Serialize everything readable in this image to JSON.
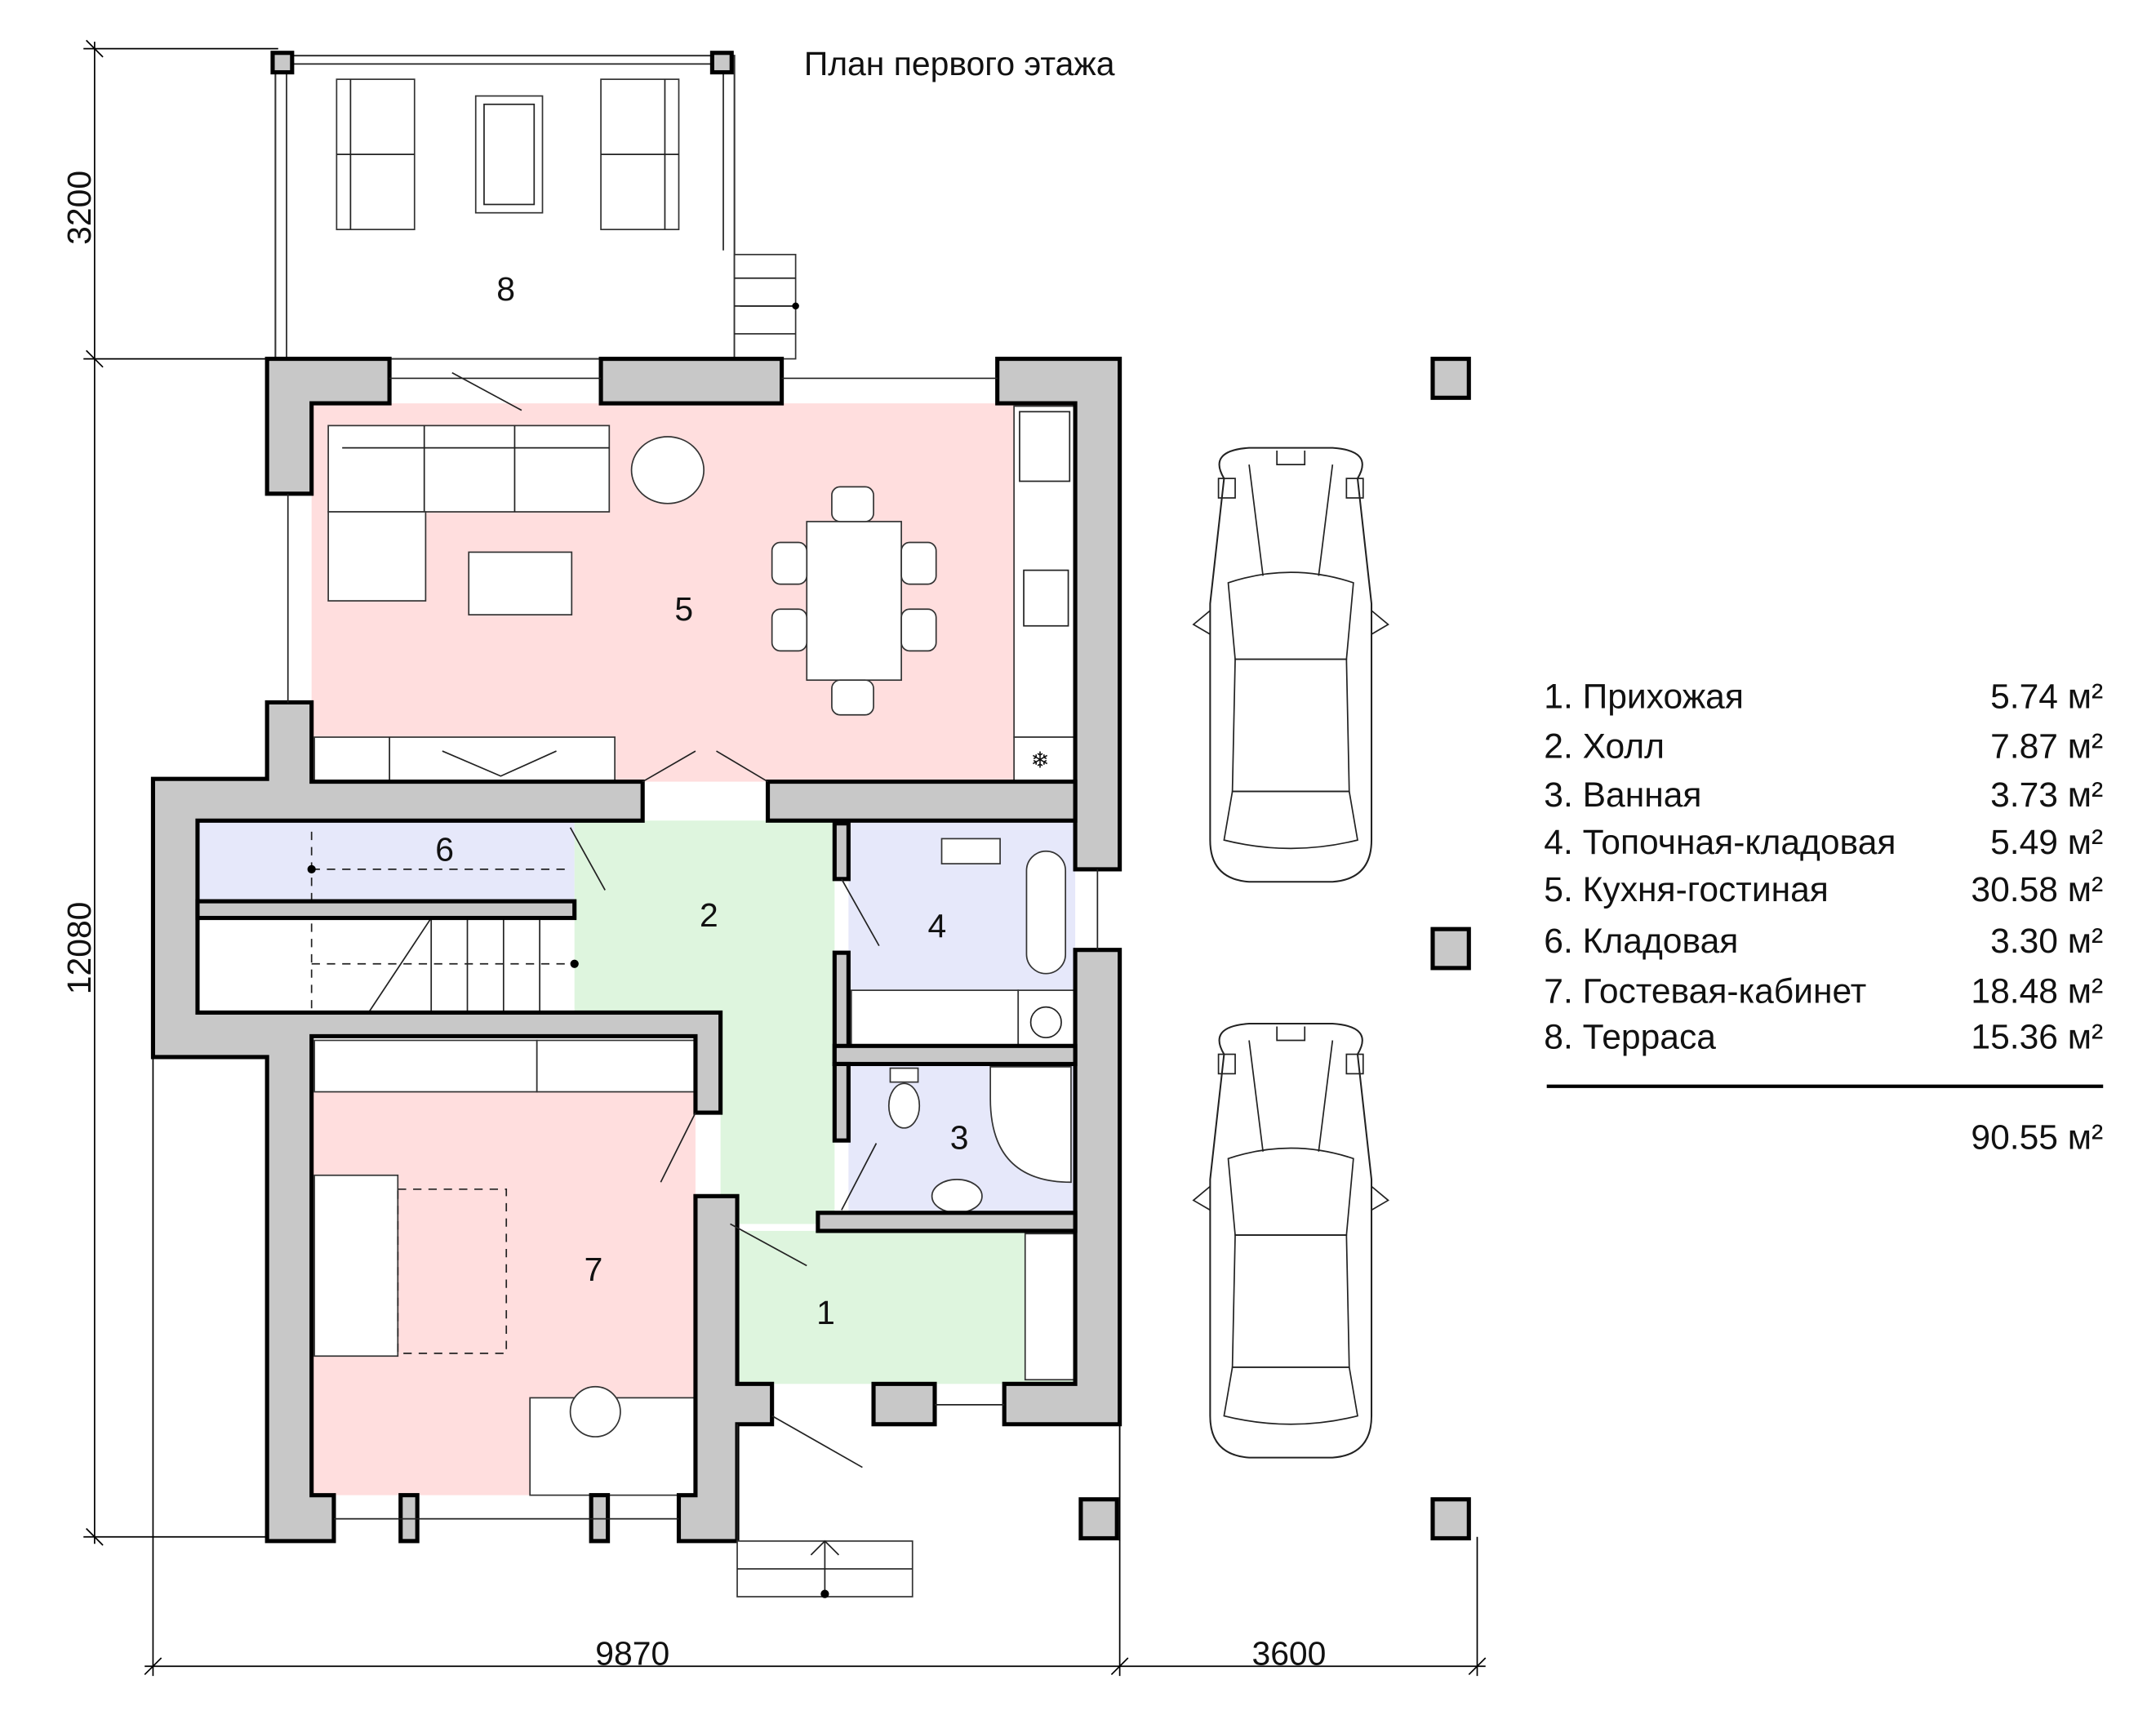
{
  "title": "План первого этажа",
  "dimensions": {
    "terrace_depth": "3200",
    "house_depth": "12080",
    "house_width": "9870",
    "parking_width": "3600"
  },
  "rooms": [
    {
      "number": "1",
      "name": "Прихожая",
      "area": "5.74 м²",
      "color": "#def5de"
    },
    {
      "number": "2",
      "name": "Холл",
      "area": "7.87 м²",
      "color": "#def5de"
    },
    {
      "number": "3",
      "name": "Ванная",
      "area": "3.73 м²",
      "color": "#e6e8fa"
    },
    {
      "number": "4",
      "name": "Топочная-кладовая",
      "area": "5.49 м²",
      "color": "#e6e8fa"
    },
    {
      "number": "5",
      "name": "Кухня-гостиная",
      "area": "30.58 м²",
      "color": "#ffdede"
    },
    {
      "number": "6",
      "name": "Кладовая",
      "area": "3.30 м²",
      "color": "#e6e8fa"
    },
    {
      "number": "7",
      "name": "Гостевая-кабинет",
      "area": "18.48 м²",
      "color": "#ffdede"
    },
    {
      "number": "8",
      "name": "Терраса",
      "area": "15.36 м²",
      "color": "#ffffff"
    }
  ],
  "legend_labels": [
    "1. Прихожая",
    "2. Холл",
    "3. Ванная",
    "4. Топочная-кладовая",
    "5. Кухня-гостиная",
    "6. Кладовая",
    "7. Гостевая-кабинет",
    "8. Терраса"
  ],
  "total_area": "90.55 м²",
  "wall_color": "#c8c8c8"
}
